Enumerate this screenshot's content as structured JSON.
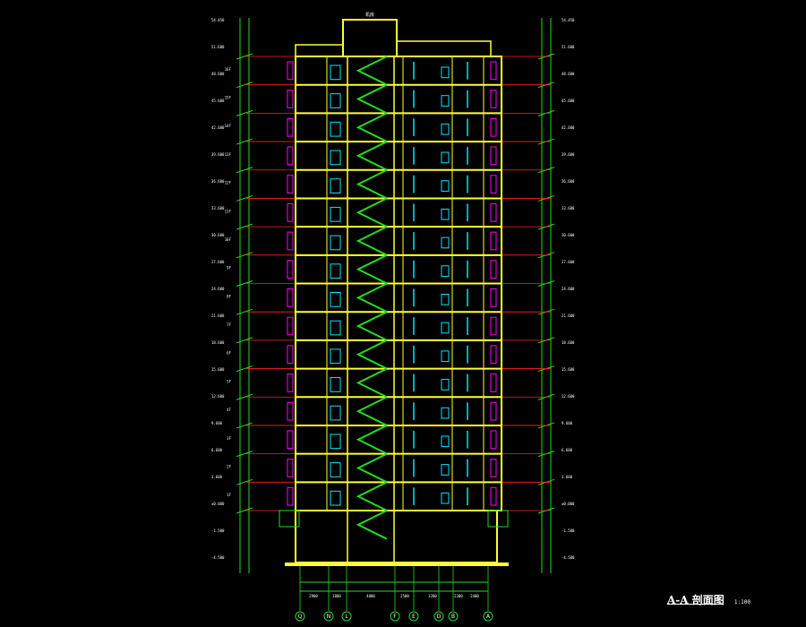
{
  "drawing": {
    "title": "A-A 剖面图",
    "scale": "1:100",
    "roof_label": "机房",
    "colors": {
      "background": "#000000",
      "structure": "#ffff33",
      "stair": "#22dd22",
      "floor_line": "#ff2222",
      "dimension": "#22dd22",
      "window": "#00e5ff",
      "hatch": "#ff00ff",
      "text": "#ffffff"
    },
    "floor_count": 16,
    "axis_labels": [
      "Q",
      "N",
      "L",
      "F",
      "E",
      "D",
      "B",
      "A"
    ],
    "bottom_dims": [
      "2900",
      "1800",
      "4800",
      "2500",
      "1200",
      "2300",
      "2400"
    ],
    "left_elevation_labels": [
      "54.450",
      "51.600",
      "48.600",
      "45.600",
      "42.600",
      "39.600",
      "36.600",
      "33.600",
      "30.600",
      "27.600",
      "24.600",
      "21.600",
      "18.600",
      "15.600",
      "12.600",
      "9.600",
      "6.600",
      "3.600",
      "±0.000",
      "-1.500",
      "-4.500"
    ],
    "floor_numbers": [
      "16F",
      "15F",
      "14F",
      "13F",
      "12F",
      "11F",
      "10F",
      "9F",
      "8F",
      "7F",
      "6F",
      "5F",
      "4F",
      "3F",
      "2F",
      "1F"
    ]
  }
}
